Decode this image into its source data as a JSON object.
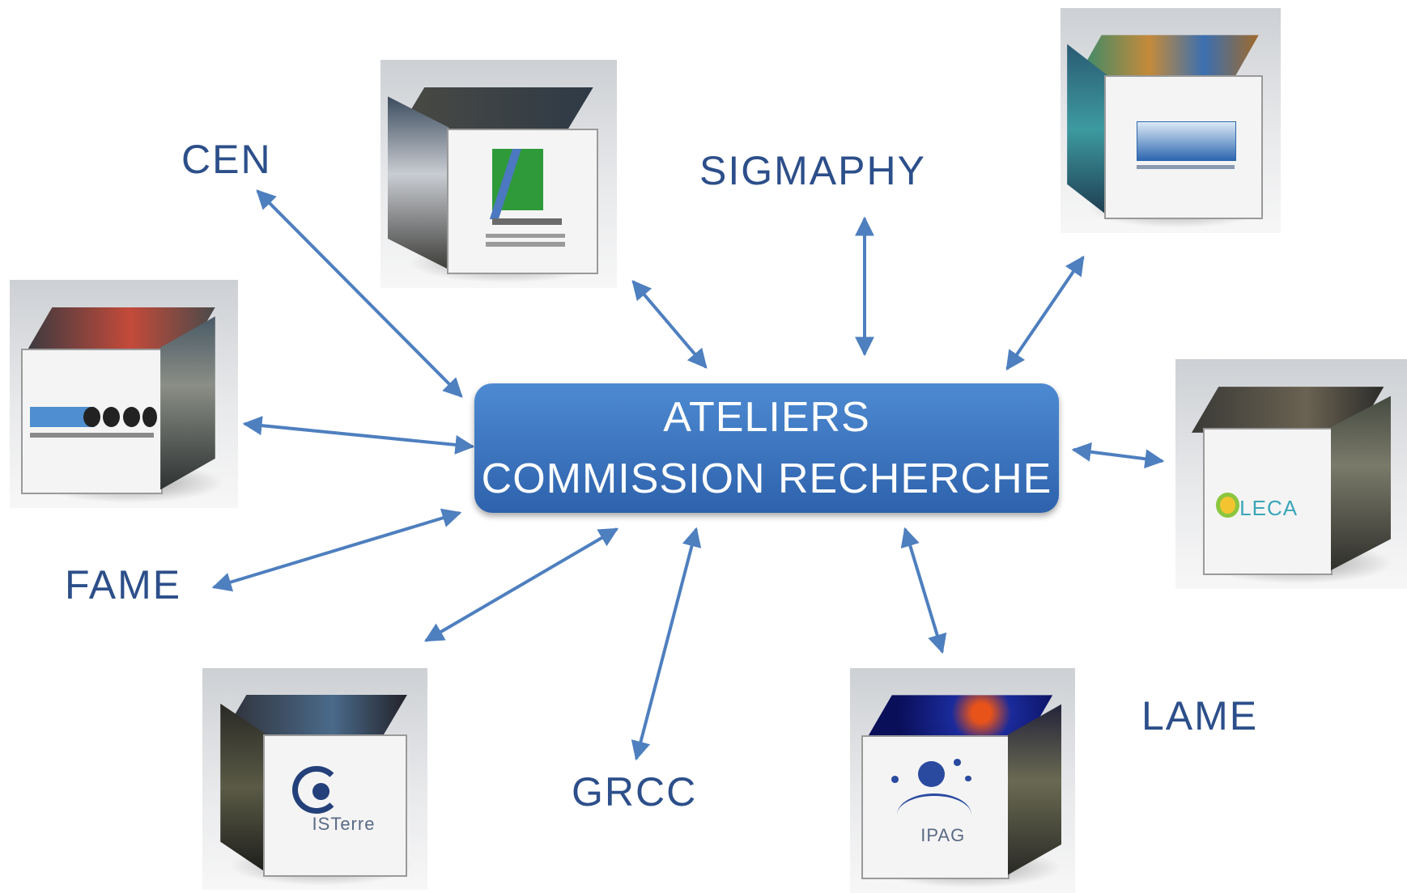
{
  "center": {
    "line1": "ATELIERS",
    "line2": "COMMISSION RECHERCHE"
  },
  "labels": {
    "cen": "CEN",
    "sigmaphy": "SIGMAPHY",
    "fame": "FAME",
    "grcc": "GRCC",
    "lame": "LAME"
  },
  "logos": {
    "leca": "LECA",
    "isterre": "ISTerre",
    "ipag": "IPAG"
  },
  "colors": {
    "arrow": "#4e7fbf",
    "center_fill": "#3a72c0",
    "label_text": "#2c4f8a"
  }
}
